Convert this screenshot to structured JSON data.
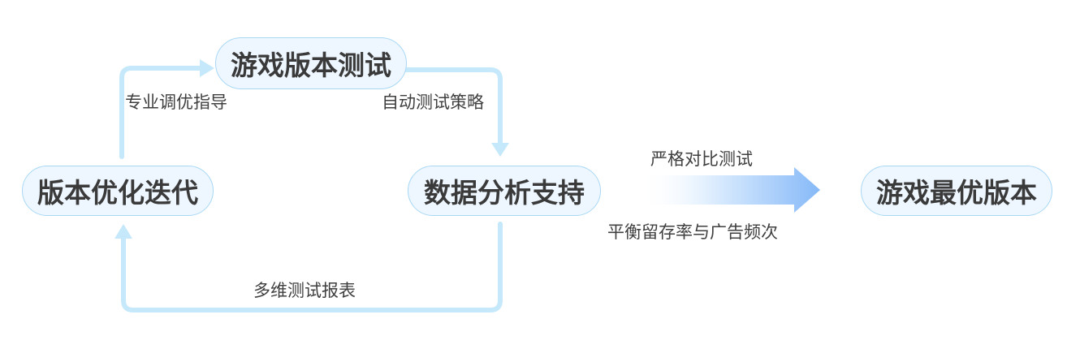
{
  "nodes": {
    "version_test": "游戏版本测试",
    "version_iterate": "版本优化迭代",
    "data_analysis": "数据分析支持",
    "best_version": "游戏最优版本"
  },
  "edges": {
    "pro_guidance": "专业调优指导",
    "auto_strategy": "自动测试策略",
    "multi_report": "多维测试报表",
    "strict_ab": "严格对比测试",
    "balance": "平衡留存率与广告频次"
  },
  "colors": {
    "node_fill": "#eef7ff",
    "node_border": "#a9d8f5",
    "connector": "#c5e8fa",
    "gradient_start": "#ffffff",
    "gradient_end": "#86b9f8",
    "text": "#3a3a3a"
  }
}
